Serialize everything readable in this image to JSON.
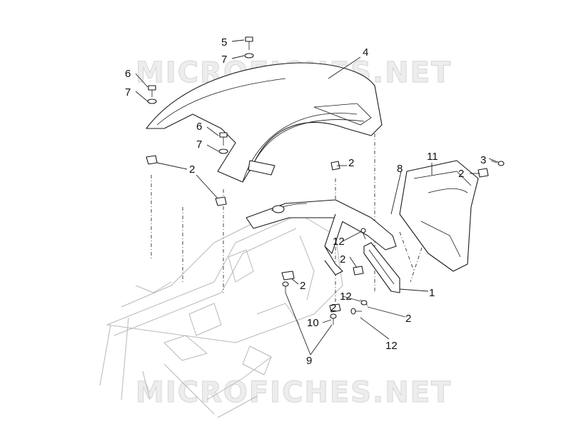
{
  "watermark": {
    "top_text": "MICROFICHES.NET",
    "bottom_text": "MICROFICHES.NET"
  },
  "callouts": {
    "c1": "1",
    "c2_a": "2",
    "c2_b": "2",
    "c2_c": "2",
    "c2_d": "2",
    "c2_e": "2",
    "c2_f": "2",
    "c2_g": "2",
    "c3": "3",
    "c4": "4",
    "c5": "5",
    "c6_a": "6",
    "c6_b": "6",
    "c7_a": "7",
    "c7_b": "7",
    "c7_c": "7",
    "c8": "8",
    "c9": "9",
    "c10": "10",
    "c11": "11",
    "c12_a": "12",
    "c12_b": "12",
    "c12_c": "12"
  },
  "colors": {
    "line": "#1a1a1a",
    "frame": "#b8b8b8",
    "watermark": "#ededed"
  }
}
